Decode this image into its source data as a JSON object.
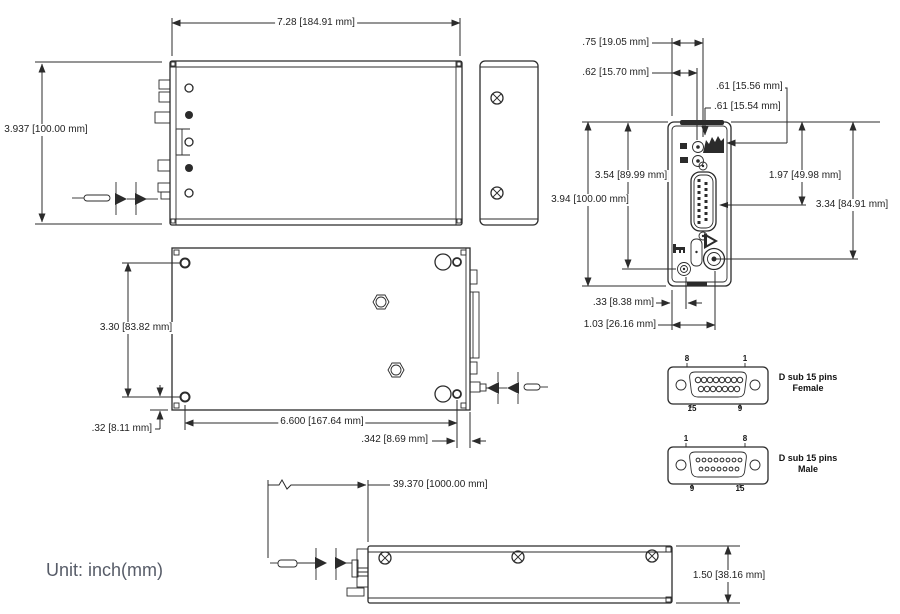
{
  "drawing": {
    "unit_note": "Unit: inch(mm)",
    "colors": {
      "line": "#2b2b2b",
      "text": "#1f1f1f",
      "muted_text": "#575c68",
      "background": "#ffffff"
    },
    "icons": [
      "phillips-screw-icon",
      "fiber-break-symbol",
      "laser-warning-icon",
      "key-switch-icon",
      "power-connector-icon",
      "interlock-connector-icon",
      "fiber-port-icon",
      "dsub-connector-icon"
    ],
    "views": {
      "top": {
        "width": "7.28 [184.91 mm]",
        "height": "3.937 [100.00 mm]"
      },
      "bottom": {
        "height": "3.30 [83.82 mm]",
        "edge_offset": ".32 [8.11 mm]",
        "hole_spacing": "6.600 [167.64 mm]",
        "side_offset": ".342 [8.69 mm]"
      },
      "rear": {
        "offset_75": ".75 [19.05 mm]",
        "offset_62": ".62 [15.70 mm]",
        "offset_61a": ".61 [15.56 mm]",
        "offset_61b": ".61 [15.54 mm]",
        "height_354": "3.54 [89.99 mm]",
        "height_394": "3.94 [100.00 mm]",
        "height_197": "1.97 [49.98 mm]",
        "height_334": "3.34 [84.91 mm]",
        "offset_33": ".33 [8.38 mm]",
        "offset_103": "1.03 [26.16 mm]"
      },
      "cable": {
        "fiber_length": "39.370 [1000.00 mm]",
        "height": "1.50 [38.16 mm]"
      }
    },
    "connectors": {
      "female": {
        "title": "D sub 15 pins",
        "gender": "Female",
        "pin_top_left": "8",
        "pin_top_right": "1",
        "pin_bottom_left": "15",
        "pin_bottom_right": "9"
      },
      "male": {
        "title": "D sub 15 pins",
        "gender": "Male",
        "pin_top_left": "1",
        "pin_top_right": "8",
        "pin_bottom_left": "9",
        "pin_bottom_right": "15"
      }
    }
  }
}
